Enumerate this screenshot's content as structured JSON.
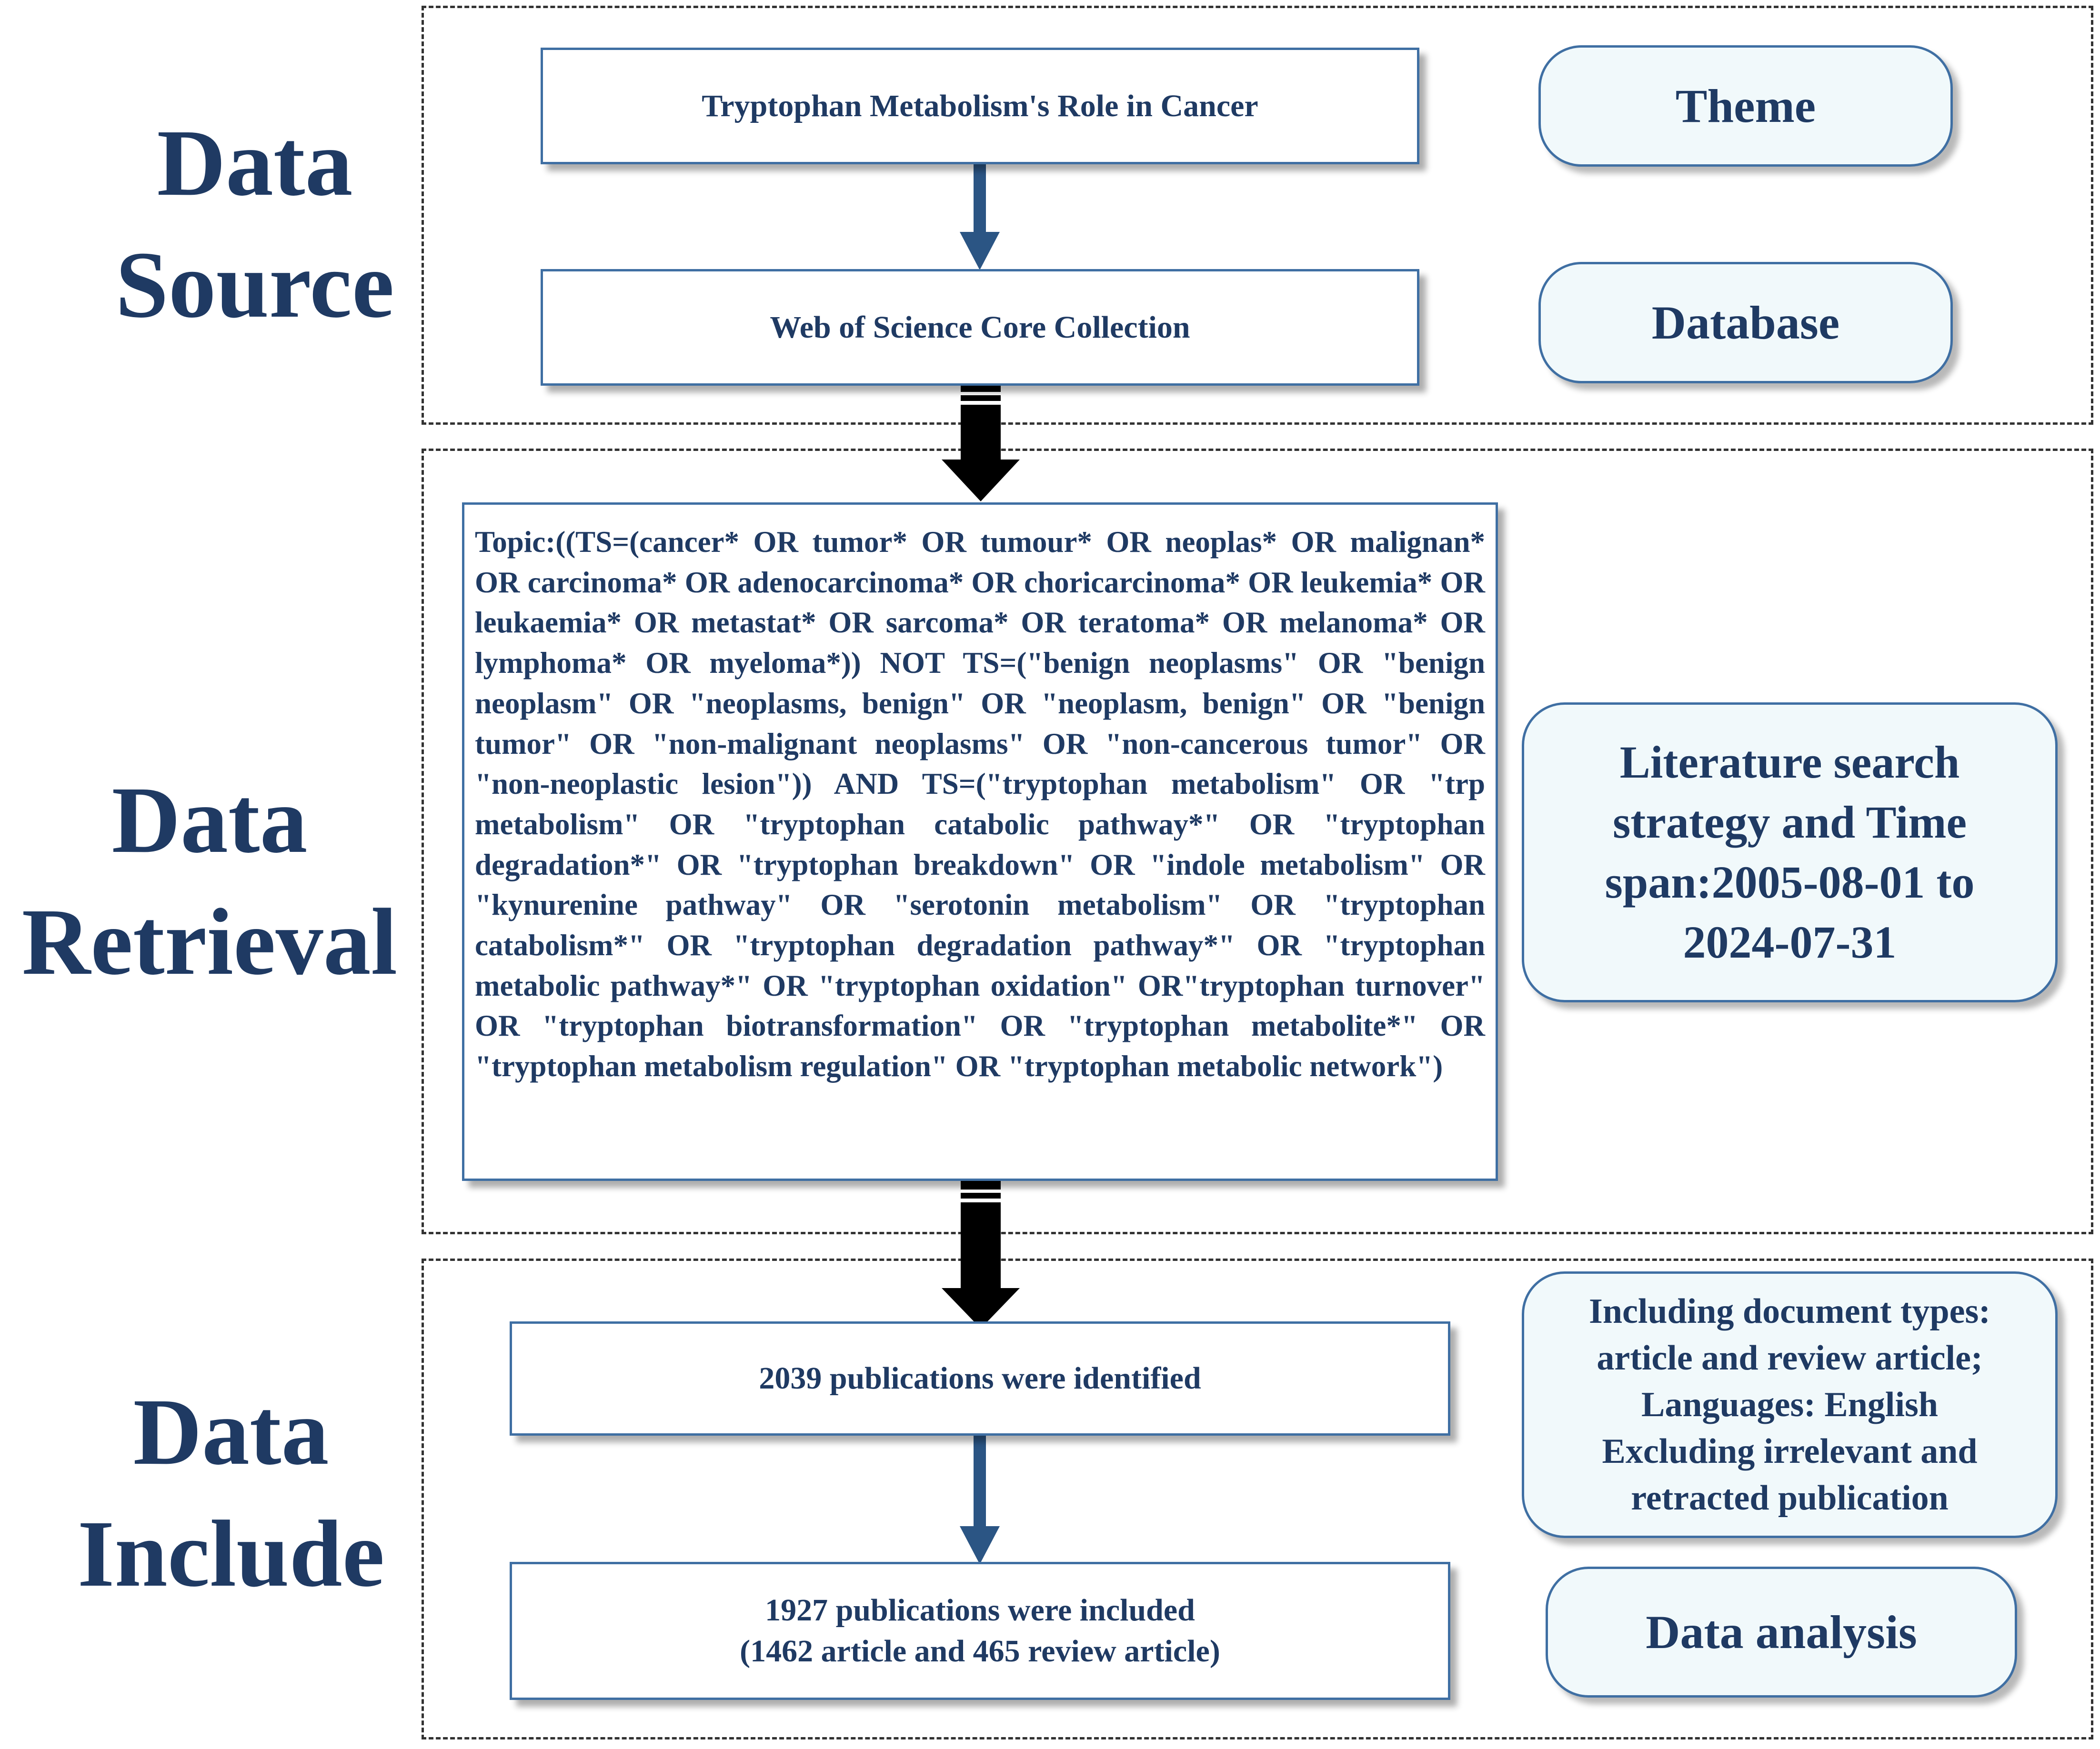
{
  "sections": {
    "source": {
      "title_lines": [
        "Data",
        "Source"
      ]
    },
    "retrieval": {
      "title_lines": [
        "Data",
        "Retrieval"
      ]
    },
    "include": {
      "title_lines": [
        "Data",
        "Include"
      ]
    }
  },
  "boxes": {
    "theme_box": "Tryptophan Metabolism's Role in Cancer",
    "database_box": "Web of Science Core Collection",
    "query": "Topic:((TS=(cancer* OR tumor* OR tumour* OR neoplas* OR malignan* OR carcinoma* OR adenocarcinoma* OR choricarcinoma* OR leukemia* OR leukaemia* OR metastat* OR sarcoma* OR teratoma* OR melanoma* OR lymphoma* OR myeloma*)) NOT TS=(\"benign neoplasms\" OR \"benign neoplasm\" OR \"neoplasms, benign\" OR \"neoplasm, benign\" OR \"benign tumor\" OR \"non-malignant neoplasms\" OR \"non-cancerous tumor\" OR \"non-neoplastic lesion\")) AND TS=(\"tryptophan metabolism\" OR \"trp metabolism\" OR \"tryptophan catabolic pathway*\" OR \"tryptophan degradation*\" OR \"tryptophan breakdown\" OR \"indole metabolism\" OR \"kynurenine pathway\" OR \"serotonin metabolism\" OR \"tryptophan catabolism*\" OR \"tryptophan degradation pathway*\" OR \"tryptophan metabolic pathway*\" OR \"tryptophan oxidation\" OR\"tryptophan turnover\" OR \"tryptophan biotransformation\" OR \"tryptophan metabolite*\" OR \"tryptophan metabolism regulation\" OR \"tryptophan metabolic network\")",
    "identified": "2039 publications were identified",
    "included_lines": [
      "1927 publications were included",
      "(1462 article and 465 review article)"
    ]
  },
  "labels": {
    "theme": "Theme",
    "database": "Database",
    "strategy_lines": [
      "Literature search",
      "strategy and Time",
      "span:2005-08-01 to",
      "2024-07-31"
    ],
    "criteria_lines": [
      "Including document types:",
      "article and review article;",
      "Languages: English",
      "Excluding irrelevant and",
      "retracted publication"
    ],
    "analysis": "Data analysis"
  },
  "colors": {
    "title_text": "#1f3a63",
    "box_border": "#3f6fa3",
    "pill_fill": "#f1f9fb",
    "thin_arrow": "#2b5584",
    "thick_arrow": "#000000"
  }
}
